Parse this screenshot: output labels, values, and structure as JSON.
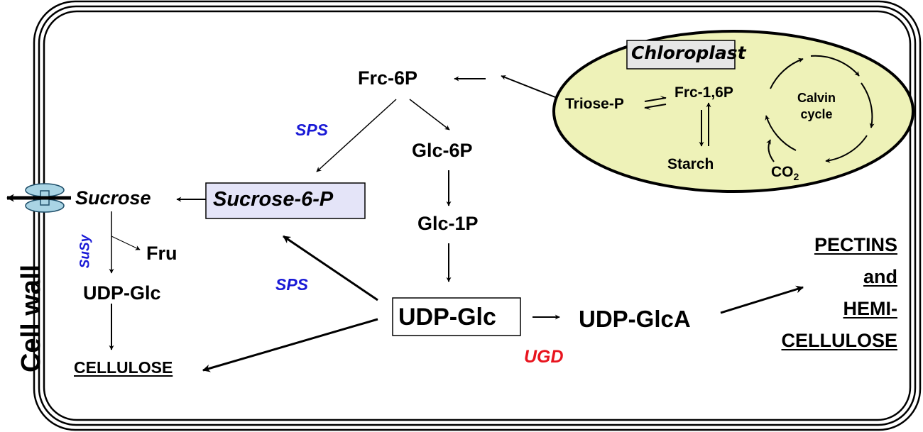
{
  "colors": {
    "background": "#ffffff",
    "line": "#000000",
    "chloroplast_fill": "#eef2b8",
    "sucrose6p_box_fill": "#e4e4f8",
    "chloroplast_label_fill": "#e6e6e6",
    "membrane_protein_fill": "#a9d4e4",
    "enzyme_blue": "#1a1ad6",
    "enzyme_red": "#e8141e"
  },
  "icons": {
    "transporter": "membrane-transporter-icon"
  },
  "labels": {
    "cell_wall": "Cell wall",
    "chloroplast": "Chloroplast",
    "triose_p": "Triose-P",
    "frc_16p": "Frc-1,6P",
    "starch": "Starch",
    "calvin_cycle_line1": "Calvin",
    "calvin_cycle_line2": "cycle",
    "co2_base": "CO",
    "co2_sub": "2",
    "frc_6p": "Frc-6P",
    "glc_6p": "Glc-6P",
    "glc_1p": "Glc-1P",
    "udp_glc_main": "UDP-Glc",
    "udp_glca": "UDP-GlcA",
    "sucrose": "Sucrose",
    "sucrose_6p": "Sucrose-6-P",
    "fru": "Fru",
    "udp_glc_left": "UDP-Glc",
    "cellulose": "CELLULOSE",
    "pectins_line1": "PECTINS",
    "pectins_line2": "and",
    "pectins_line3": "HEMI-",
    "pectins_line4": "CELLULOSE"
  },
  "enzymes": {
    "sps_top": "SPS",
    "sps_bottom": "SPS",
    "susy": "SuSy",
    "ugd": "UGD"
  }
}
